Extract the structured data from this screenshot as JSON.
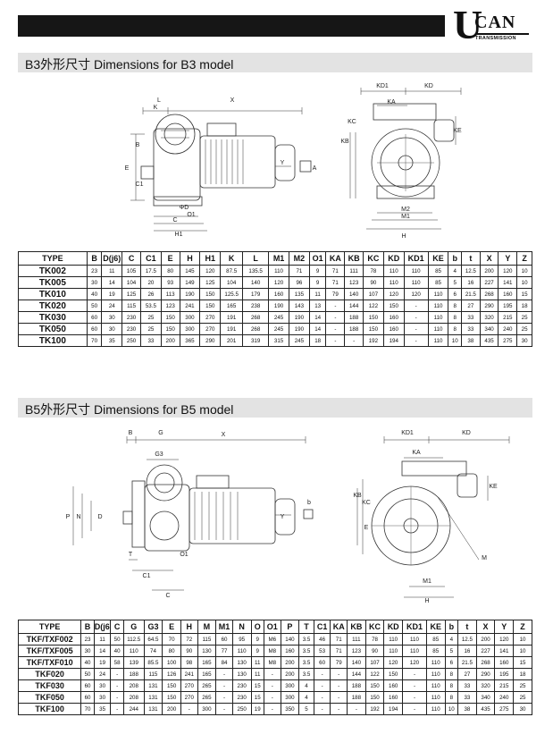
{
  "brand": {
    "letter": "U",
    "name": "CAN",
    "tagline": "TRANSMISSION"
  },
  "b3": {
    "title": "B3外形尺寸  Dimensions for B3 model",
    "labels": [
      "L",
      "X",
      "K",
      "B",
      "C1",
      "C",
      "H1",
      "E",
      "Y",
      "A",
      "ΦD",
      "O1",
      "KD1",
      "KD",
      "KA",
      "KB",
      "KC",
      "KE",
      "M2",
      "M1",
      "H"
    ],
    "columns": [
      "TYPE",
      "B",
      "D(j6)",
      "C",
      "C1",
      "E",
      "H",
      "H1",
      "K",
      "L",
      "M1",
      "M2",
      "O1",
      "KA",
      "KB",
      "KC",
      "KD",
      "KD1",
      "KE",
      "b",
      "t",
      "X",
      "Y",
      "Z"
    ],
    "rows": [
      [
        "TK002",
        "23",
        "11",
        "105",
        "17.5",
        "80",
        "145",
        "120",
        "87.5",
        "135.5",
        "110",
        "71",
        "9",
        "71",
        "111",
        "78",
        "110",
        "110",
        "85",
        "4",
        "12.5",
        "200",
        "120",
        "10"
      ],
      [
        "TK005",
        "30",
        "14",
        "104",
        "20",
        "93",
        "149",
        "125",
        "104",
        "140",
        "120",
        "96",
        "9",
        "71",
        "123",
        "90",
        "110",
        "110",
        "85",
        "5",
        "16",
        "227",
        "141",
        "10"
      ],
      [
        "TK010",
        "40",
        "19",
        "125",
        "26",
        "113",
        "190",
        "150",
        "125.5",
        "179",
        "160",
        "135",
        "11",
        "79",
        "140",
        "107",
        "120",
        "120",
        "110",
        "6",
        "21.5",
        "268",
        "160",
        "15"
      ],
      [
        "TK020",
        "50",
        "24",
        "115",
        "53.5",
        "123",
        "241",
        "150",
        "165",
        "238",
        "190",
        "143",
        "13",
        "-",
        "144",
        "122",
        "150",
        "-",
        "110",
        "8",
        "27",
        "290",
        "195",
        "18"
      ],
      [
        "TK030",
        "60",
        "30",
        "230",
        "25",
        "150",
        "300",
        "270",
        "191",
        "268",
        "245",
        "190",
        "14",
        "-",
        "188",
        "150",
        "160",
        "-",
        "110",
        "8",
        "33",
        "320",
        "215",
        "25"
      ],
      [
        "TK050",
        "60",
        "30",
        "230",
        "25",
        "150",
        "300",
        "270",
        "191",
        "268",
        "245",
        "190",
        "14",
        "-",
        "188",
        "150",
        "160",
        "-",
        "110",
        "8",
        "33",
        "340",
        "240",
        "25"
      ],
      [
        "TK100",
        "70",
        "35",
        "250",
        "33",
        "200",
        "365",
        "290",
        "201",
        "319",
        "315",
        "245",
        "18",
        "-",
        "-",
        "192",
        "194",
        "-",
        "110",
        "10",
        "38",
        "435",
        "275",
        "30"
      ]
    ]
  },
  "b5": {
    "title": "B5外形尺寸  Dimensions for B5 model",
    "labels": [
      "B",
      "G",
      "X",
      "G3",
      "P",
      "N",
      "D",
      "Y",
      "b",
      "T",
      "O1",
      "C1",
      "C",
      "KD1",
      "KD",
      "KA",
      "KB",
      "KC",
      "KE",
      "E",
      "M",
      "M1",
      "H"
    ],
    "columns": [
      "TYPE",
      "B",
      "D(j6)",
      "C",
      "G",
      "G3",
      "E",
      "H",
      "M",
      "M1",
      "N",
      "O",
      "O1",
      "P",
      "T",
      "C1",
      "KA",
      "KB",
      "KC",
      "KD",
      "KD1",
      "KE",
      "b",
      "t",
      "X",
      "Y",
      "Z"
    ],
    "rows": [
      [
        "TKF/TXF002",
        "23",
        "11",
        "50",
        "112.5",
        "64.5",
        "70",
        "72",
        "115",
        "60",
        "95",
        "9",
        "M6",
        "140",
        "3.5",
        "46",
        "71",
        "111",
        "78",
        "110",
        "110",
        "85",
        "4",
        "12.5",
        "200",
        "120",
        "10"
      ],
      [
        "TKF/TXF005",
        "30",
        "14",
        "40",
        "110",
        "74",
        "80",
        "90",
        "130",
        "77",
        "110",
        "9",
        "M8",
        "160",
        "3.5",
        "53",
        "71",
        "123",
        "90",
        "110",
        "110",
        "85",
        "5",
        "16",
        "227",
        "141",
        "10"
      ],
      [
        "TKF/TXF010",
        "40",
        "19",
        "58",
        "139",
        "85.5",
        "100",
        "98",
        "165",
        "84",
        "130",
        "11",
        "M8",
        "200",
        "3.5",
        "60",
        "79",
        "140",
        "107",
        "120",
        "120",
        "110",
        "6",
        "21.5",
        "268",
        "160",
        "15"
      ],
      [
        "TKF020",
        "50",
        "24",
        "-",
        "188",
        "115",
        "126",
        "241",
        "165",
        "-",
        "130",
        "11",
        "-",
        "200",
        "3.5",
        "-",
        "-",
        "144",
        "122",
        "150",
        "-",
        "110",
        "8",
        "27",
        "290",
        "195",
        "18"
      ],
      [
        "TKF030",
        "60",
        "30",
        "-",
        "208",
        "131",
        "150",
        "270",
        "265",
        "-",
        "230",
        "15",
        "-",
        "300",
        "4",
        "-",
        "-",
        "188",
        "150",
        "160",
        "-",
        "110",
        "8",
        "33",
        "320",
        "215",
        "25"
      ],
      [
        "TKF050",
        "60",
        "30",
        "-",
        "208",
        "131",
        "150",
        "270",
        "265",
        "-",
        "230",
        "15",
        "-",
        "300",
        "4",
        "-",
        "-",
        "188",
        "150",
        "160",
        "-",
        "110",
        "8",
        "33",
        "340",
        "240",
        "25"
      ],
      [
        "TKF100",
        "70",
        "35",
        "-",
        "244",
        "131",
        "200",
        "-",
        "300",
        "-",
        "250",
        "19",
        "-",
        "350",
        "5",
        "-",
        "-",
        "-",
        "192",
        "194",
        "-",
        "110",
        "10",
        "38",
        "435",
        "275",
        "30"
      ]
    ]
  }
}
